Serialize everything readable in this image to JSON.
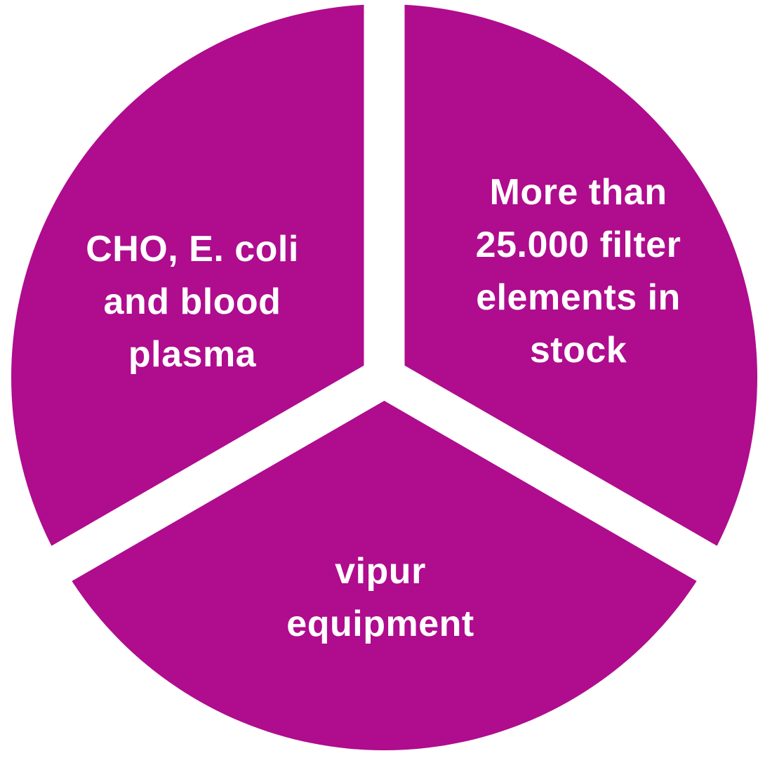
{
  "chart_data": {
    "type": "pie",
    "title": "",
    "categories": [
      "CHO, E. coli and blood plasma",
      "More than 25.000 filter elements in stock",
      "vipur equipment"
    ],
    "values": [
      33.33,
      33.33,
      33.33
    ],
    "slice_angles_deg": [
      120,
      120,
      120
    ],
    "legend_position": "none",
    "notes": "Three equal exploded-look segments separated by white gap bands radiating from center at 90, 210 and 330 degrees"
  },
  "segments": {
    "left": {
      "label": "CHO, E. coli\nand blood\nplasma"
    },
    "right": {
      "label": "More than\n25.000 filter\nelements in\nstock"
    },
    "bottom": {
      "label": "vipur\nequipment"
    }
  },
  "colors": {
    "slice": "#AF0C8E",
    "background": "#FFFFFF",
    "label_text": "#FFFFFF",
    "gap": "#FFFFFF"
  }
}
